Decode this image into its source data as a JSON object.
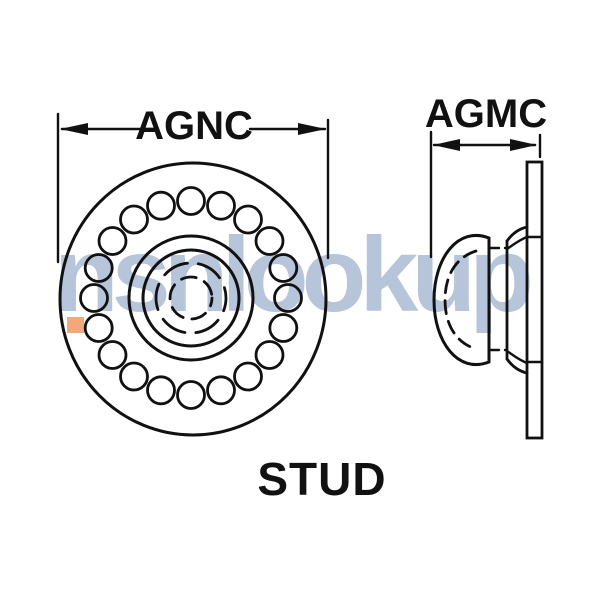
{
  "watermark": {
    "text": "nsnlookup",
    "color": "#b7c5da",
    "dot_color": "#f3a87c"
  },
  "part": {
    "name": "STUD"
  },
  "dimensions": {
    "front_label": "AGNC",
    "side_label": "AGMC"
  },
  "colors": {
    "line": "#111111",
    "background": "#ffffff"
  }
}
